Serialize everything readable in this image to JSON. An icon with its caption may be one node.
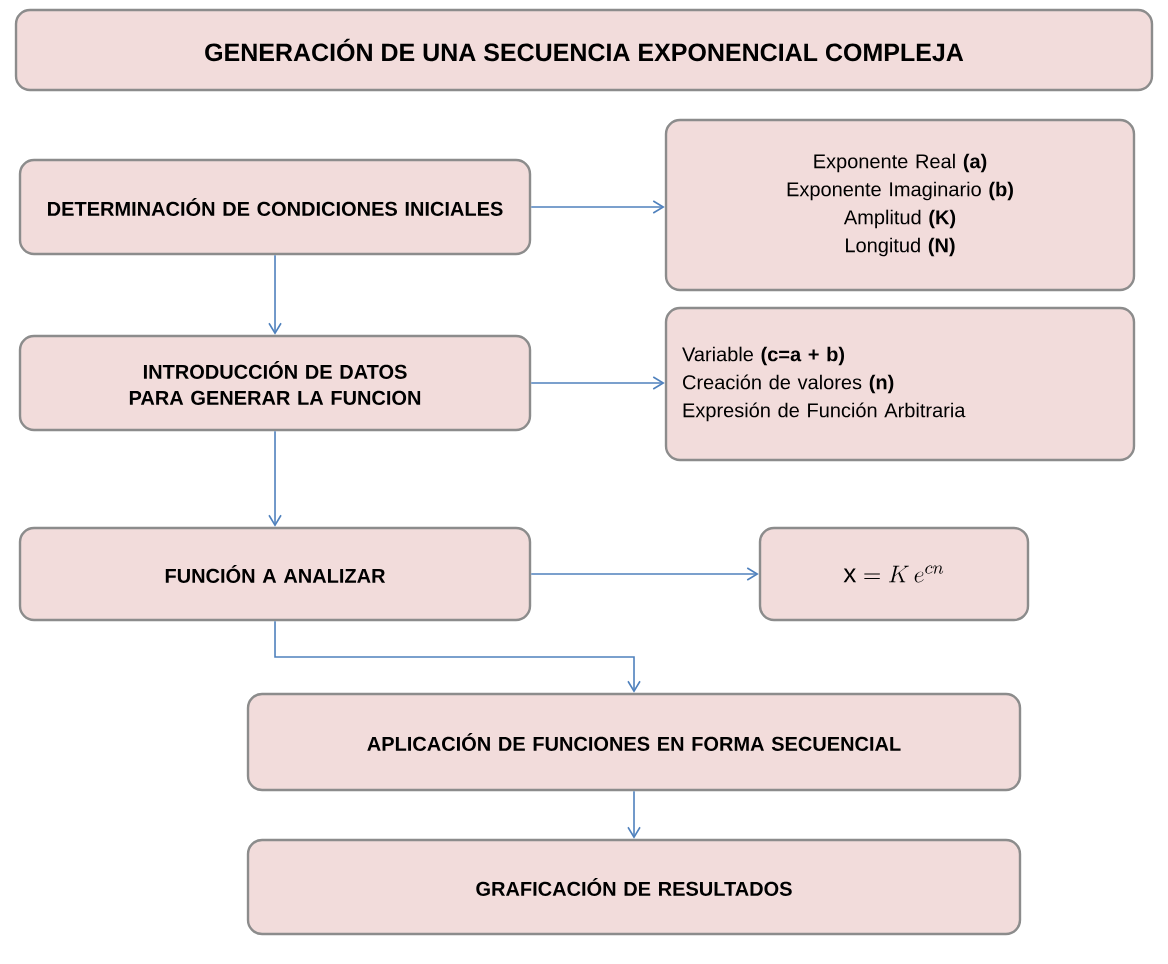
{
  "diagram": {
    "title": "GENERACIÓN DE UNA SECUENCIA EXPONENCIAL COMPLEJA",
    "nodes": [
      {
        "text": [
          "DETERMINACIÓN DE CONDICIONES INICIALES"
        ]
      },
      {
        "text": [
          "Exponente Real **(a)**",
          "Exponente Imaginario **(b)**",
          "Amplitud **(K)**",
          "Longitud **(N)**"
        ]
      },
      {
        "text": [
          "INTRODUCCIÓN DE DATOS PARA GENERAR LA FUNCION"
        ]
      },
      {
        "text": [
          "Variable **(c=a + b)**",
          "Creación de valores **(n)**",
          "Expresión de Función Arbitraria"
        ]
      },
      {
        "text": [
          "FUNCIÓN A ANALIZAR"
        ]
      },
      {
        "text": [
          "\\mathrm{x} = K\\,e^{cn}"
        ]
      },
      {
        "text": [
          "APLICACIÓN DE FUNCIONES EN FORMA SECUENCIAL"
        ]
      },
      {
        "text": [
          "GRAFICACIÓN DE RESULTADOS"
        ]
      }
    ],
    "edges": [
      {
        "from": 0,
        "to": 1,
        "arrow": "to"
      },
      {
        "from": 0,
        "to": 2,
        "arrow": "to"
      },
      {
        "from": 2,
        "to": 3,
        "arrow": "to"
      },
      {
        "from": 2,
        "to": 4,
        "arrow": "to"
      },
      {
        "from": 4,
        "to": 5,
        "arrow": "to"
      },
      {
        "from": 4,
        "to": 6,
        "arrow": "to"
      },
      {
        "from": 6,
        "to": 7,
        "arrow": "to"
      }
    ]
  }
}
